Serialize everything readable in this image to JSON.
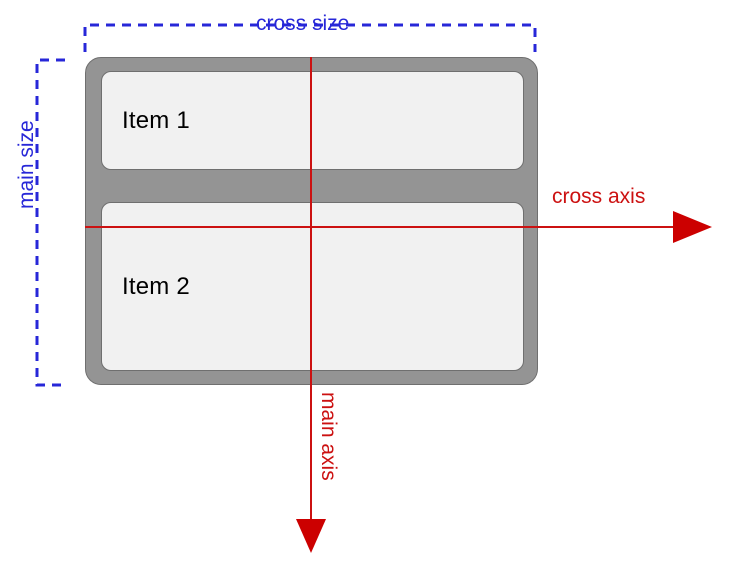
{
  "diagram": {
    "title": "flex container main/cross axis diagram",
    "colors": {
      "axis_red": "#cc1111",
      "arrow_red": "#cc0000",
      "measure_blue": "#2727d8",
      "container_gray": "#949494",
      "container_border": "#6f6f6f",
      "item_fill": "#f1f1f1",
      "item_border": "#6f6f6f",
      "item_text": "#000000",
      "background": "#ffffff"
    },
    "container": {
      "name": "flex-container",
      "items": [
        {
          "label": "Item 1"
        },
        {
          "label": "Item 2"
        }
      ]
    },
    "axes": [
      {
        "id": "cross-axis",
        "label": "cross axis",
        "direction": "horizontal-right"
      },
      {
        "id": "main-axis",
        "label": "main axis",
        "direction": "vertical-down"
      }
    ],
    "measures": [
      {
        "id": "cross-size",
        "label": "cross size",
        "orientation": "horizontal"
      },
      {
        "id": "main-size",
        "label": "main size",
        "orientation": "vertical"
      }
    ]
  }
}
